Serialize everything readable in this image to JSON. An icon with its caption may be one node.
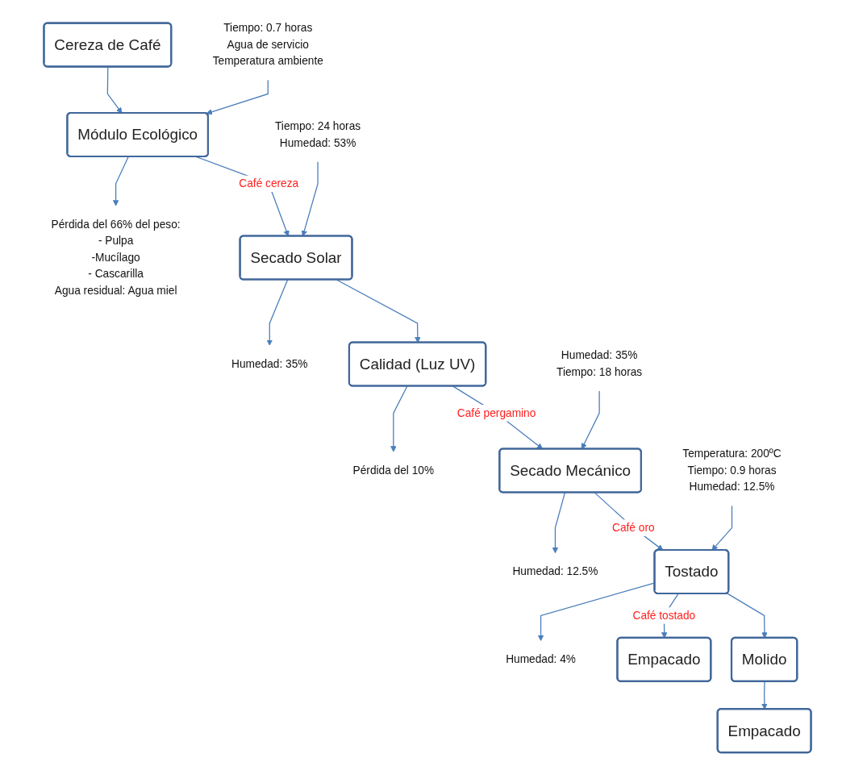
{
  "diagram": {
    "nodes": [
      {
        "text": [
          "Cereza de Café"
        ]
      },
      {
        "text": [
          "Módulo Ecológico"
        ]
      },
      {
        "text": [
          "Secado Solar"
        ]
      },
      {
        "text": [
          "Calidad (Luz UV)"
        ]
      },
      {
        "text": [
          "Secado Mecánico"
        ]
      },
      {
        "text": [
          "Tostado"
        ]
      },
      {
        "text": [
          "Empacado"
        ]
      },
      {
        "text": [
          "Molido"
        ]
      },
      {
        "text": [
          "Empacado"
        ]
      },
      {
        "text": [
          "Tiempo: 0.7 horas",
          "Agua de servicio",
          "Temperatura ambiente"
        ]
      },
      {
        "text": [
          "Pérdida del 66% del peso:",
          "- Pulpa",
          "-Mucílago",
          "- Cascarilla",
          "Agua residual: Agua miel"
        ]
      },
      {
        "text": [
          "Tiempo: 24 horas",
          "Humedad: 53%"
        ]
      },
      {
        "text": [
          "Humedad: 35%"
        ]
      },
      {
        "text": [
          "Pérdida del 10%"
        ]
      },
      {
        "text": [
          "Humedad: 35%",
          "Tiempo: 18 horas"
        ]
      },
      {
        "text": [
          "Humedad: 12.5%"
        ]
      },
      {
        "text": [
          "Temperatura: 200ºC",
          "Tiempo: 0.9 horas",
          "Humedad: 12.5%"
        ]
      },
      {
        "text": [
          "Humedad: 4%"
        ]
      }
    ],
    "edges": [
      {
        "from": 0,
        "to": 1,
        "arrow": "to"
      },
      {
        "from": 9,
        "to": 1,
        "arrow": "to"
      },
      {
        "from": 1,
        "to": 10,
        "arrow": "to"
      },
      {
        "from": 1,
        "to": 2,
        "arrow": "to",
        "label": "Café cereza"
      },
      {
        "from": 11,
        "to": 2,
        "arrow": "to"
      },
      {
        "from": 2,
        "to": 12,
        "arrow": "to"
      },
      {
        "from": 2,
        "to": 3,
        "arrow": "to"
      },
      {
        "from": 3,
        "to": 13,
        "arrow": "to"
      },
      {
        "from": 3,
        "to": 4,
        "arrow": "to",
        "label": "Café pergamino"
      },
      {
        "from": 14,
        "to": 4,
        "arrow": "to"
      },
      {
        "from": 4,
        "to": 15,
        "arrow": "to"
      },
      {
        "from": 4,
        "to": 5,
        "arrow": "to",
        "label": "Café oro"
      },
      {
        "from": 16,
        "to": 5,
        "arrow": "to"
      },
      {
        "from": 5,
        "to": 17,
        "arrow": "to"
      },
      {
        "from": 5,
        "to": 6,
        "arrow": "to",
        "label": "Café tostado"
      },
      {
        "from": 5,
        "to": 7,
        "arrow": "to"
      },
      {
        "from": 7,
        "to": 8,
        "arrow": "to"
      }
    ]
  }
}
